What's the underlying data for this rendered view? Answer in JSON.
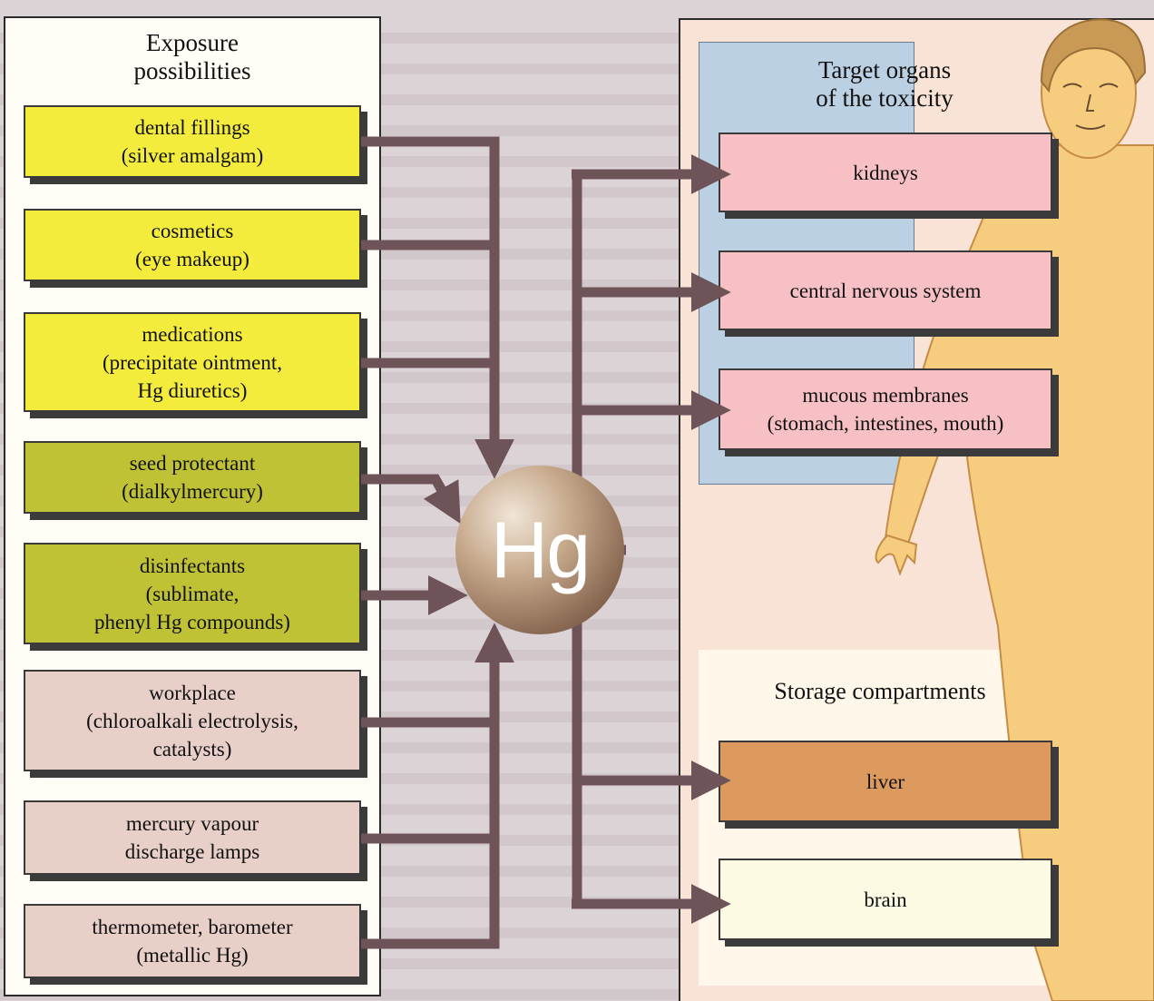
{
  "exposure": {
    "title_line1": "Exposure",
    "title_line2": "possibilities",
    "items": [
      {
        "line1": "dental fillings",
        "line2": "(silver amalgam)",
        "line3": "",
        "color": "#f4ec3c"
      },
      {
        "line1": "cosmetics",
        "line2": "(eye makeup)",
        "line3": "",
        "color": "#f4ec3c"
      },
      {
        "line1": "medications",
        "line2": "(precipitate ointment,",
        "line3": "Hg diuretics)",
        "color": "#f4ec3c"
      },
      {
        "line1": "seed protectant",
        "line2": "(dialkylmercury)",
        "line3": "",
        "color": "#bfc235"
      },
      {
        "line1": "disinfectants",
        "line2": "(sublimate,",
        "line3": "phenyl Hg compounds)",
        "color": "#bfc235"
      },
      {
        "line1": "workplace",
        "line2": "(chloroalkali electrolysis,",
        "line3": "catalysts)",
        "color": "#e8cfc8"
      },
      {
        "line1": "mercury vapour",
        "line2": "discharge lamps",
        "line3": "",
        "color": "#e8cfc8"
      },
      {
        "line1": "thermometer, barometer",
        "line2": "(metallic Hg)",
        "line3": "",
        "color": "#e8cfc8"
      }
    ]
  },
  "center": {
    "symbol": "Hg"
  },
  "targets": {
    "title_line1": "Target organs",
    "title_line2": "of the toxicity",
    "items": [
      {
        "line1": "kidneys",
        "line2": "",
        "color": "#f7c0c4"
      },
      {
        "line1": "central nervous system",
        "line2": "",
        "color": "#f7c0c4"
      },
      {
        "line1": "mucous membranes",
        "line2": "(stomach, intestines, mouth)",
        "color": "#f7c0c4"
      }
    ]
  },
  "storage": {
    "title": "Storage compartments",
    "items": [
      {
        "line1": "liver",
        "color": "#dc9a5e"
      },
      {
        "line1": "brain",
        "color": "#fdfae4"
      }
    ]
  },
  "colors": {
    "arrow": "#6e5358",
    "figure_skin": "#f6cc7e",
    "figure_hair": "#c99a55",
    "background": "#dcd3d6"
  }
}
